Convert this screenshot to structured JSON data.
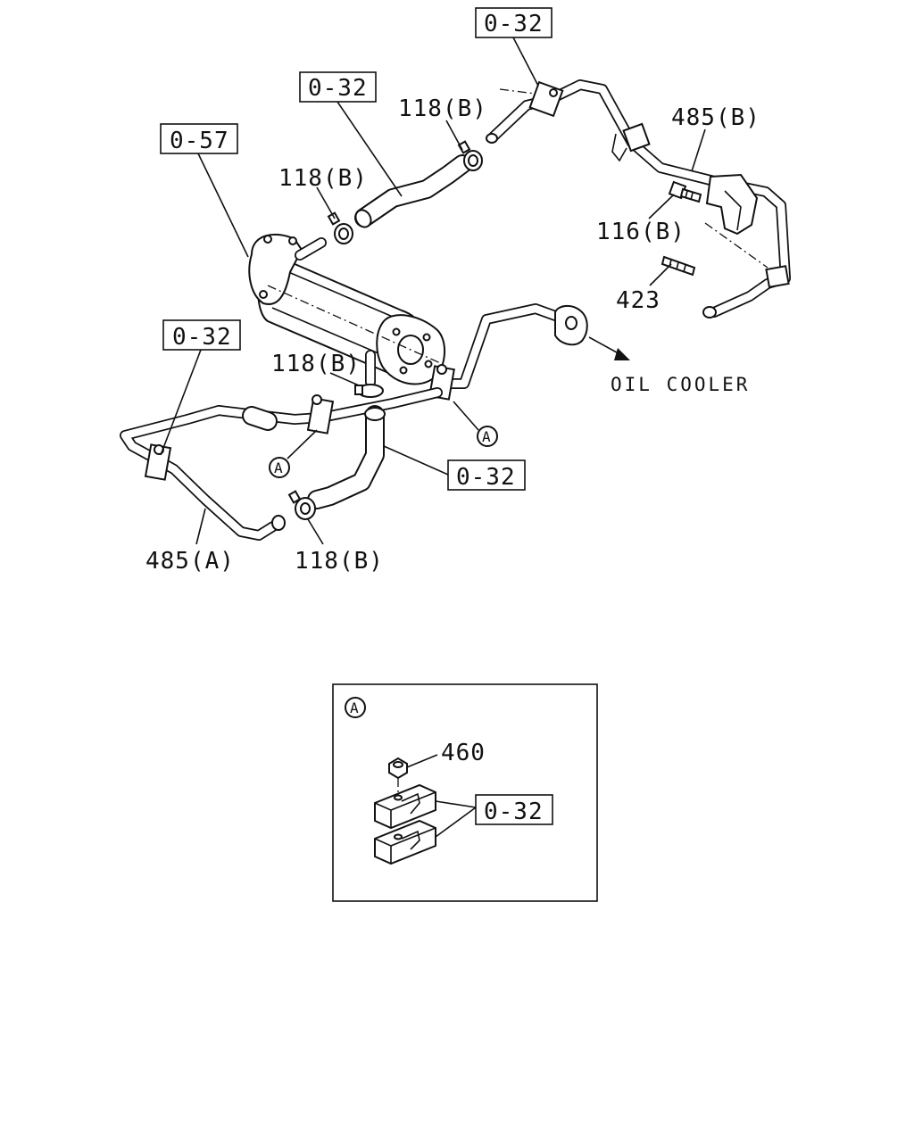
{
  "diagram": {
    "callouts": {
      "ref_top": "0-32",
      "ref_hose_upper": "0-32",
      "ref_cooler": "0-57",
      "ref_left": "0-32",
      "ref_hose_lower": "0-32",
      "ref_detail": "0-32"
    },
    "part_labels": {
      "clamp_upper_right": "118(B)",
      "clamp_upper_left": "118(B)",
      "pipe_b": "485(B)",
      "bolt": "116(B)",
      "stud": "423",
      "clamp_middle": "118(B)",
      "pipe_a": "485(A)",
      "clamp_lower": "118(B)",
      "nut": "460"
    },
    "annotations": {
      "oil_cooler": "OIL COOLER",
      "detail_marker_a1": "A",
      "detail_marker_a2": "A",
      "detail_marker_box": "A"
    }
  }
}
